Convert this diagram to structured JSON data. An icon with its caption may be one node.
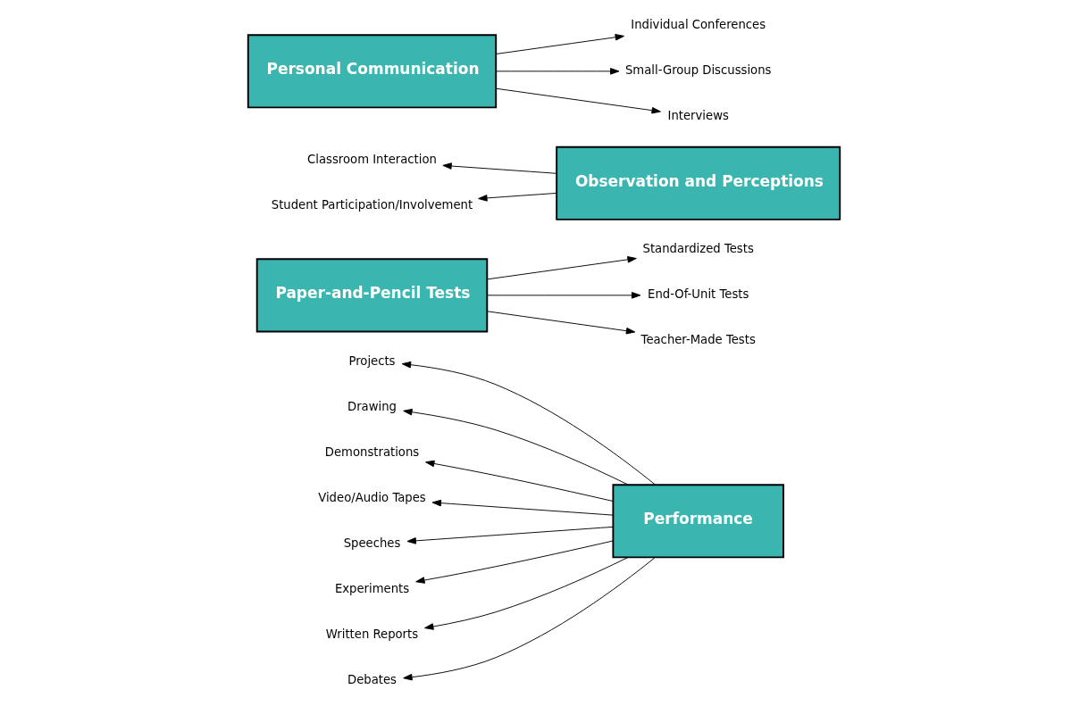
{
  "diagram": {
    "nodes": [
      {
        "text": [
          "Performance"
        ]
      },
      {
        "text": [
          "Paper-and-Pencil Tests"
        ]
      },
      {
        "text": [
          "Observation and Perceptions"
        ]
      },
      {
        "text": [
          "Personal Communication"
        ]
      },
      {
        "text": [
          "Projects"
        ]
      },
      {
        "text": [
          "Drawing"
        ]
      },
      {
        "text": [
          "Standardized Tests"
        ]
      },
      {
        "text": [
          "Demonstrations"
        ]
      },
      {
        "text": [
          "Video/Audio Tapes"
        ]
      },
      {
        "text": [
          "End-Of-Unit Tests"
        ]
      },
      {
        "text": [
          "Speeches"
        ]
      },
      {
        "text": [
          "Experiments"
        ]
      },
      {
        "text": [
          "Teacher-Made Tests"
        ]
      },
      {
        "text": [
          "Written Reports"
        ]
      },
      {
        "text": [
          "Debates"
        ]
      },
      {
        "text": [
          "Individual Conferences"
        ]
      },
      {
        "text": [
          "Classroom Interaction"
        ]
      },
      {
        "text": [
          "Small-Group Discussions"
        ]
      },
      {
        "text": [
          "Student Participation/Involvement"
        ]
      },
      {
        "text": [
          "Interviews"
        ]
      }
    ],
    "edges": [
      {
        "from": 0,
        "to": 4,
        "arrow": "to"
      },
      {
        "from": 0,
        "to": 5,
        "arrow": "to"
      },
      {
        "from": 0,
        "to": 7,
        "arrow": "to"
      },
      {
        "from": 0,
        "to": 8,
        "arrow": "to"
      },
      {
        "from": 0,
        "to": 10,
        "arrow": "to"
      },
      {
        "from": 0,
        "to": 11,
        "arrow": "to"
      },
      {
        "from": 0,
        "to": 13,
        "arrow": "to"
      },
      {
        "from": 0,
        "to": 14,
        "arrow": "to"
      },
      {
        "from": 1,
        "to": 6,
        "arrow": "to"
      },
      {
        "from": 1,
        "to": 9,
        "arrow": "to"
      },
      {
        "from": 1,
        "to": 12,
        "arrow": "to"
      },
      {
        "from": 2,
        "to": 16,
        "arrow": "to"
      },
      {
        "from": 2,
        "to": 18,
        "arrow": "to"
      },
      {
        "from": 3,
        "to": 15,
        "arrow": "to"
      },
      {
        "from": 3,
        "to": 17,
        "arrow": "to"
      },
      {
        "from": 3,
        "to": 19,
        "arrow": "to"
      }
    ]
  }
}
